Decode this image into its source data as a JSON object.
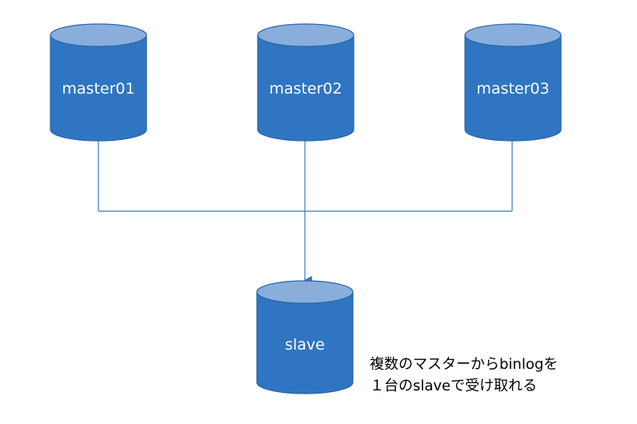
{
  "colors": {
    "cylinder_fill": "#2F75C2",
    "cylinder_top": "#8AAEDC",
    "cylinder_stroke": "#2A64A8",
    "connector": "#3A78C0"
  },
  "masters": [
    {
      "label": "master01"
    },
    {
      "label": "master02"
    },
    {
      "label": "master03"
    }
  ],
  "slave": {
    "label": "slave"
  },
  "note": {
    "line1": "複数のマスターからbinlogを",
    "line2": "１台のslaveで受け取れる"
  }
}
